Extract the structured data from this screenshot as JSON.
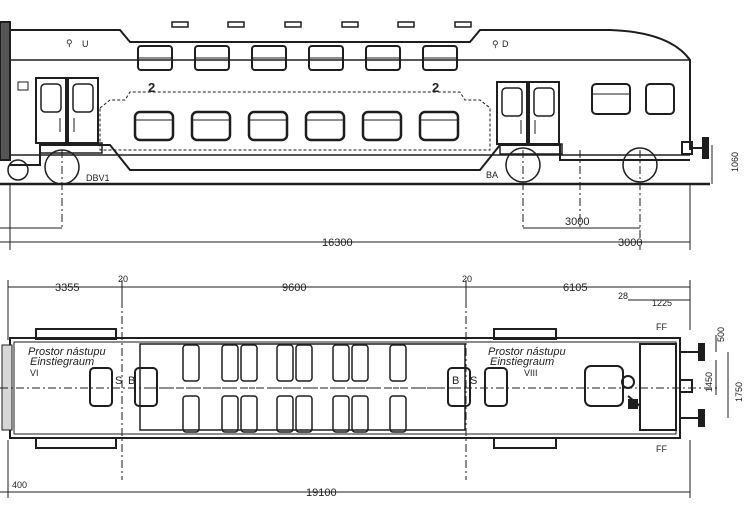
{
  "side_view": {
    "class_numbers": [
      "2",
      "2"
    ],
    "marks": {
      "toilet_left": "U",
      "toilet_right": "D",
      "bogie_left": "DBV1",
      "bogie_right": "BA",
      "height": "1060"
    },
    "dimensions": {
      "bogie_spacing": "3000",
      "overhang": "3000",
      "length": "16300"
    }
  },
  "plan_view": {
    "dimensions": {
      "left_section": "3355",
      "left_marker": "20",
      "center_section": "9600",
      "right_marker": "20",
      "right_section": "6105",
      "small_a": "28",
      "small_b": "1225",
      "total_length": "19100",
      "end_offset": "400",
      "width_a": "500",
      "width_b": "1450",
      "width_c": "1750"
    },
    "vestibule_left": {
      "czech": "Prostor nástupu",
      "german": "Einstiegraum",
      "numeral": "VI"
    },
    "vestibule_right": {
      "czech": "Prostor nástupu",
      "german": "Einstiegraum",
      "numeral": "VIII"
    },
    "seat_codes": [
      "S",
      "B",
      "B",
      "S"
    ],
    "ff_marks": [
      "FF",
      "FF"
    ]
  },
  "colors": {
    "ink": "#1e1e1e",
    "paper": "#ffffff",
    "shade": "#d6d6d6"
  }
}
